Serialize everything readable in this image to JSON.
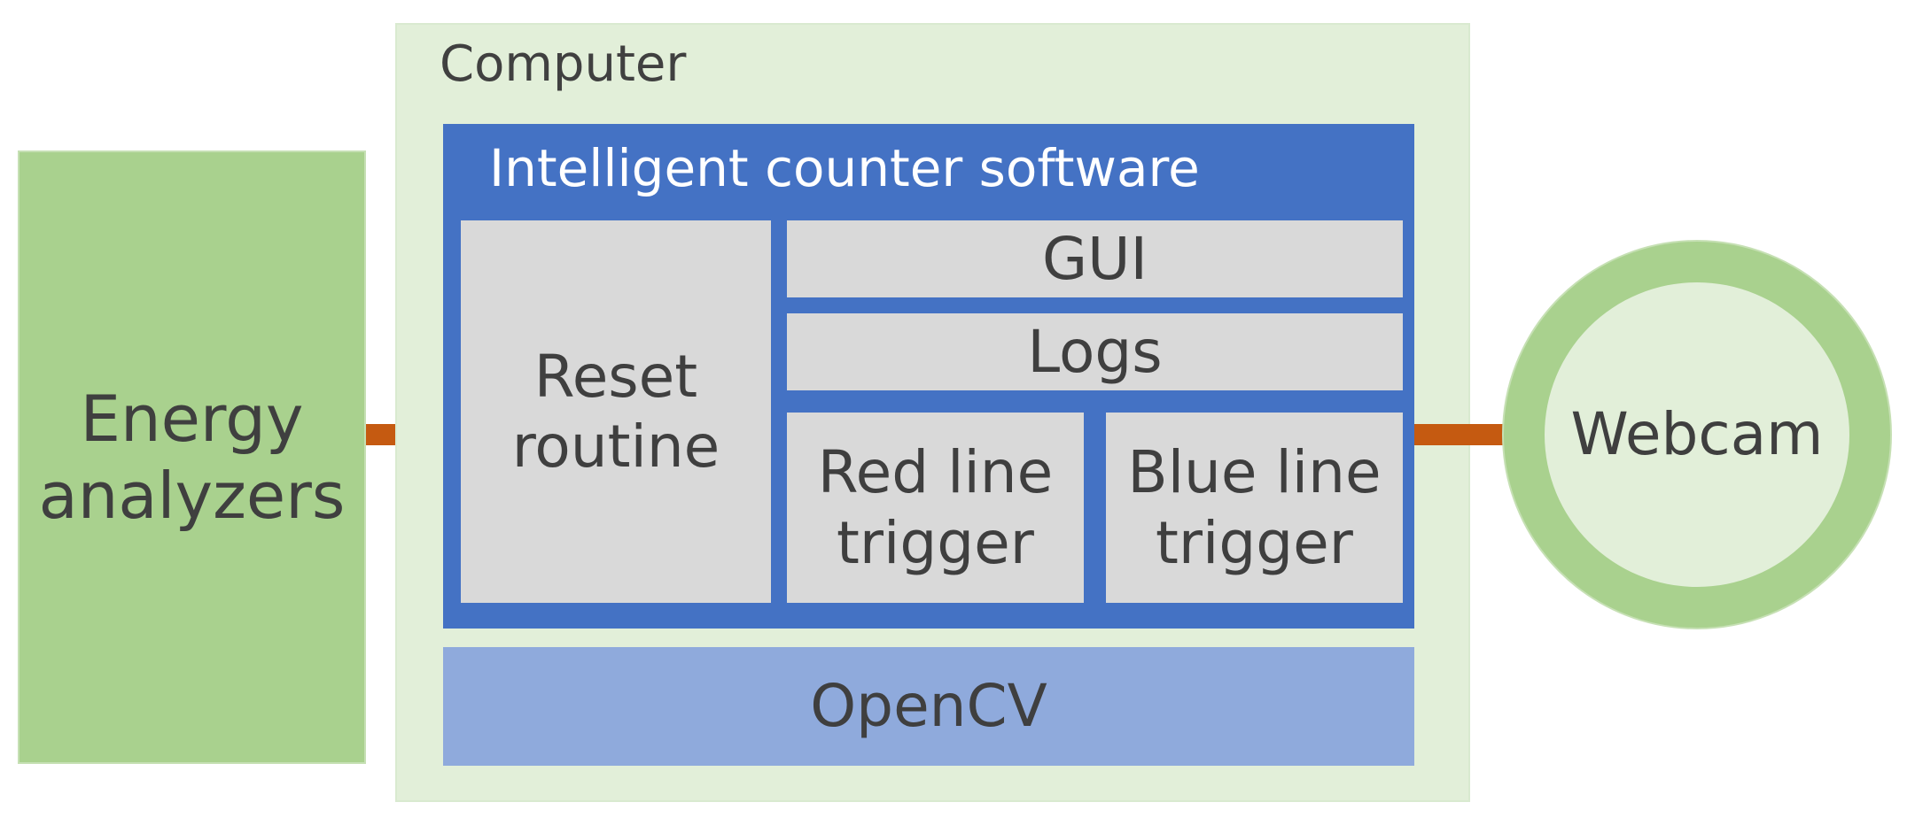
{
  "energy": {
    "label": "Energy\nanalyzers"
  },
  "computer": {
    "title": "Computer"
  },
  "software": {
    "title": "Intelligent counter software",
    "reset": "Reset\nroutine",
    "gui": "GUI",
    "logs": "Logs",
    "red_trigger": "Red line\ntrigger",
    "blue_trigger": "Blue line\ntrigger"
  },
  "opencv": {
    "label": "OpenCV"
  },
  "webcam": {
    "label": "Webcam"
  },
  "colors": {
    "green_block": "#a9d18e",
    "computer_bg": "#e2efd9",
    "software_bg": "#4472c4",
    "module_bg": "#d9d9d9",
    "opencv_bg": "#8faadc",
    "connector": "#c55a11"
  }
}
